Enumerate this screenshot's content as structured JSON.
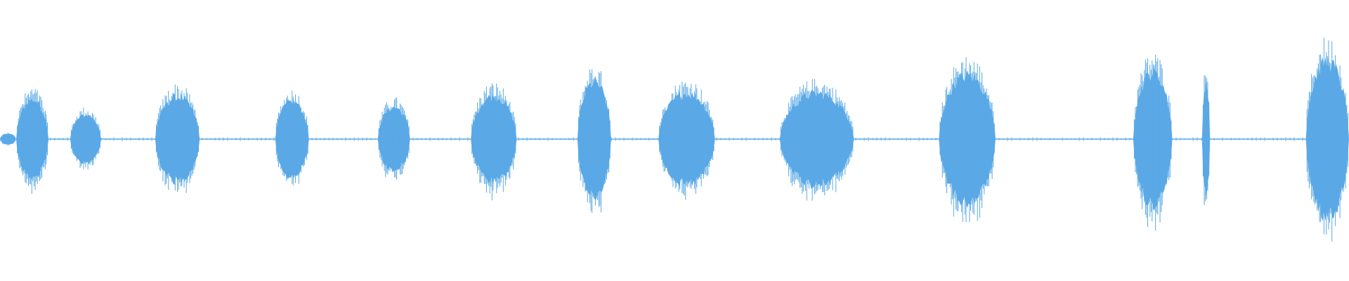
{
  "waveform": {
    "color": "#5aa9e6",
    "bursts": [
      {
        "start": 0.0,
        "end": 0.012,
        "amp": 0.06
      },
      {
        "start": 0.012,
        "end": 0.036,
        "amp": 0.46
      },
      {
        "start": 0.052,
        "end": 0.075,
        "amp": 0.28
      },
      {
        "start": 0.115,
        "end": 0.148,
        "amp": 0.49
      },
      {
        "start": 0.204,
        "end": 0.229,
        "amp": 0.44
      },
      {
        "start": 0.28,
        "end": 0.304,
        "amp": 0.37
      },
      {
        "start": 0.349,
        "end": 0.383,
        "amp": 0.5
      },
      {
        "start": 0.428,
        "end": 0.453,
        "amp": 0.66
      },
      {
        "start": 0.488,
        "end": 0.53,
        "amp": 0.53
      },
      {
        "start": 0.578,
        "end": 0.633,
        "amp": 0.53
      },
      {
        "start": 0.696,
        "end": 0.738,
        "amp": 0.74
      },
      {
        "start": 0.84,
        "end": 0.869,
        "amp": 0.77
      },
      {
        "start": 0.891,
        "end": 0.897,
        "amp": 0.65
      },
      {
        "start": 0.968,
        "end": 1.0,
        "amp": 0.9
      }
    ]
  }
}
